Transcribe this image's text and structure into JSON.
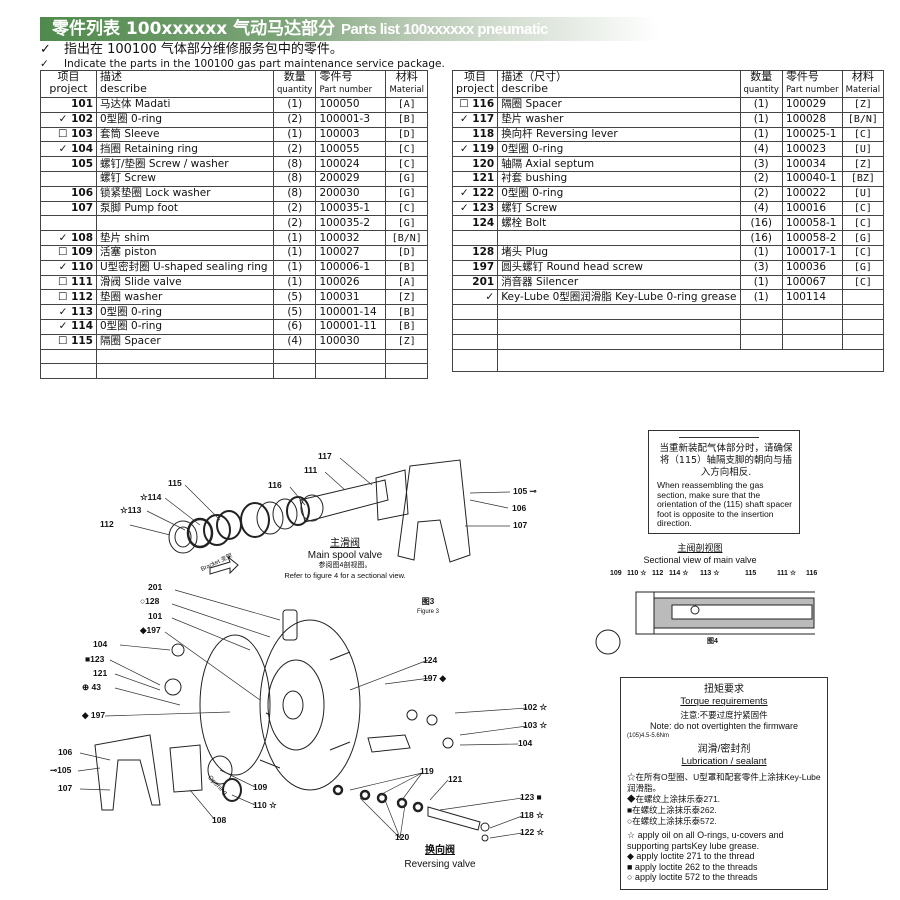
{
  "header": {
    "title_cn": "零件列表 100xxxxxx 气动马达部分",
    "title_en": "Parts list 100xxxxxx pneumatic",
    "note_cn": "指出在 100100 气体部分维修服务包中的零件。",
    "note_en": "Indicate the parts in the 100100 gas part maintenance service package.",
    "check": "✓"
  },
  "left_table": {
    "headers": {
      "project_cn": "项目",
      "project_en": "project",
      "describe_cn": "描述",
      "describe_en": "describe",
      "qty_cn": "数量",
      "qty_en": "quantity",
      "part_cn": "零件号",
      "part_en": "Part number",
      "mat_cn": "材料",
      "mat_en": "Material"
    },
    "rows": [
      {
        "project": "101",
        "desc": "马达体 Madati",
        "qty": "(1)",
        "part": "100050",
        "mat": "[A]"
      },
      {
        "project": "✓ 102",
        "desc": "0型圈 0-ring",
        "qty": "(2)",
        "part": "100001-3",
        "mat": "[B]"
      },
      {
        "project": "☐ 103",
        "desc": "套筒 Sleeve",
        "qty": "(1)",
        "part": "100003",
        "mat": "[D]"
      },
      {
        "project": "✓ 104",
        "desc": "挡圈 Retaining ring",
        "qty": "(2)",
        "part": "100055",
        "mat": "[C]"
      },
      {
        "project": "105",
        "desc": "螺钉/垫圈 Screw / washer",
        "qty": "(8)",
        "part": "100024",
        "mat": "[C]"
      },
      {
        "project": "",
        "desc": "螺钉 Screw",
        "qty": "(8)",
        "part": "200029",
        "mat": "[G]"
      },
      {
        "project": "106",
        "desc": "锁紧垫圈 Lock washer",
        "qty": "(8)",
        "part": "200030",
        "mat": "[G]"
      },
      {
        "project": "107",
        "desc": "泵脚 Pump foot",
        "qty": "(2)",
        "part": "100035-1",
        "mat": "[C]"
      },
      {
        "project": "",
        "desc": "",
        "qty": "(2)",
        "part": "100035-2",
        "mat": "[G]"
      },
      {
        "project": "✓ 108",
        "desc": "垫片 shim",
        "qty": "(1)",
        "part": "100032",
        "mat": "[B/N]"
      },
      {
        "project": "☐ 109",
        "desc": "活塞 piston",
        "qty": "(1)",
        "part": "100027",
        "mat": "[D]"
      },
      {
        "project": "✓ 110",
        "desc": "U型密封圈 U-shaped sealing ring",
        "qty": "(1)",
        "part": "100006-1",
        "mat": "[B]"
      },
      {
        "project": "☐ 111",
        "desc": "滑阀 Slide valve",
        "qty": "(1)",
        "part": "100026",
        "mat": "[A]"
      },
      {
        "project": "☐ 112",
        "desc": "垫圈 washer",
        "qty": "(5)",
        "part": "100031",
        "mat": "[Z]"
      },
      {
        "project": "✓ 113",
        "desc": "0型圈 0-ring",
        "qty": "(5)",
        "part": "100001-14",
        "mat": "[B]"
      },
      {
        "project": "✓ 114",
        "desc": "0型圈 0-ring",
        "qty": "(6)",
        "part": "100001-11",
        "mat": "[B]"
      },
      {
        "project": "☐ 115",
        "desc": "隔圈 Spacer",
        "qty": "(4)",
        "part": "100030",
        "mat": "[Z]"
      },
      {
        "project": "",
        "desc": "",
        "qty": "",
        "part": "",
        "mat": ""
      },
      {
        "project": "",
        "desc": "",
        "qty": "",
        "part": "",
        "mat": ""
      }
    ]
  },
  "right_table": {
    "headers": {
      "project_cn": "项目",
      "project_en": "project",
      "describe_cn": "描述（尺寸）",
      "describe_en": "describe",
      "qty_cn": "数量",
      "qty_en": "quantity",
      "part_cn": "零件号",
      "part_en": "Part number",
      "mat_cn": "材料",
      "mat_en": "Material"
    },
    "rows": [
      {
        "project": "☐ 116",
        "desc": "隔圈 Spacer",
        "qty": "(1)",
        "part": "100029",
        "mat": "[Z]"
      },
      {
        "project": "✓ 117",
        "desc": "垫片 washer",
        "qty": "(1)",
        "part": "100028",
        "mat": "[B/N]"
      },
      {
        "project": "118",
        "desc": "换向杆 Reversing lever",
        "qty": "(1)",
        "part": "100025-1",
        "mat": "[C]"
      },
      {
        "project": "✓ 119",
        "desc": "0型圈 0-ring",
        "qty": "(4)",
        "part": "100023",
        "mat": "[U]"
      },
      {
        "project": "120",
        "desc": "轴隔 Axial septum",
        "qty": "(3)",
        "part": "100034",
        "mat": "[Z]"
      },
      {
        "project": "121",
        "desc": "衬套 bushing",
        "qty": "(2)",
        "part": "100040-1",
        "mat": "[BZ]"
      },
      {
        "project": "✓ 122",
        "desc": "0型圈 0-ring",
        "qty": "(2)",
        "part": "100022",
        "mat": "[U]"
      },
      {
        "project": "✓ 123",
        "desc": "螺钉 Screw",
        "qty": "(4)",
        "part": "100016",
        "mat": "[C]"
      },
      {
        "project": "124",
        "desc": "螺栓 Bolt",
        "qty": "(16)",
        "part": "100058-1",
        "mat": "[C]"
      },
      {
        "project": "",
        "desc": "",
        "qty": "(16)",
        "part": "100058-2",
        "mat": "[G]"
      },
      {
        "project": "128",
        "desc": "堵头 Plug",
        "qty": "(1)",
        "part": "100017-1",
        "mat": "[C]"
      },
      {
        "project": "197",
        "desc": "圆头螺钉 Round head screw",
        "qty": "(3)",
        "part": "100036",
        "mat": "[G]"
      },
      {
        "project": "201",
        "desc": "消音器 Silencer",
        "qty": "(1)",
        "part": "100067",
        "mat": "[C]"
      },
      {
        "project": "✓",
        "desc": "Key-Lube 0型圈润滑脂 Key-Lube 0-ring grease",
        "qty": "(1)",
        "part": "100114",
        "mat": ""
      },
      {
        "project": "",
        "desc": "",
        "qty": "",
        "part": "",
        "mat": ""
      },
      {
        "project": "",
        "desc": "",
        "qty": "",
        "part": "",
        "mat": ""
      },
      {
        "project": "",
        "desc": "",
        "qty": "",
        "part": "",
        "mat": ""
      }
    ]
  },
  "figure3": {
    "main_spool_cn": "主滑阀",
    "main_spool_en": "Main spool valve",
    "refer_cn": "参阅图4剖视图。",
    "refer_en": "Refer to figure 4 for a sectional view.",
    "fig_cn": "图3",
    "fig_en": "Figure 3",
    "reversing_cn": "换向阀",
    "reversing_en": "Reversing valve",
    "bracket": "Bracket 支架",
    "opening": "Opening",
    "labels": [
      "117",
      "111",
      "116",
      "115",
      "☆114",
      "☆113",
      "112",
      "105 ⊸",
      "106",
      "107",
      "201",
      "○128",
      "101",
      "◆197",
      "104",
      "■123",
      "121",
      "⊕ 43",
      "◆ 197",
      "106",
      "⊸105",
      "107",
      "109",
      "110 ☆",
      "108",
      "124",
      "197 ◆",
      "102 ☆",
      "103 ☆",
      "104",
      "119",
      "121",
      "123 ■",
      "118 ☆",
      "122 ☆",
      "120"
    ]
  },
  "reassembly_note": {
    "cn": "当重新装配气体部分时，请确保将（115）轴隔支脚的朝向与插入方向相反.",
    "en": "When reassembling the gas section, make sure that the orientation of the (115) shaft spacer foot is opposite to the insertion direction."
  },
  "figure4": {
    "title_cn": "主阀剖视图",
    "title_en": "Sectional view of main valve",
    "fig": "图4",
    "labels": [
      "109",
      "110 ☆",
      "112",
      "114 ☆",
      "113 ☆",
      "115",
      "111 ☆",
      "116"
    ]
  },
  "torque_box": {
    "title_cn": "扭矩要求",
    "title_en": "Torque requirements",
    "note_cn": "注意:不要过度拧紧固件",
    "note_en": "Note: do not overtighten the firmware",
    "spec": "(105)4.5-5.6Nm",
    "lub_cn": "润滑/密封剂",
    "lub_en": "Lubrication / sealant",
    "lines_cn": [
      "☆在所有O型圈、U型罩和配套零件上涂抹Key-Lube润滑脂。",
      "◆在螺纹上涂抹乐泰271.",
      "■在螺纹上涂抹乐泰262.",
      "○在螺纹上涂抹乐泰572."
    ],
    "lines_en": [
      "☆ apply oil on all O-rings, u-covers and supporting partsKey lube grease.",
      "◆ apply loctite 271 to the thread",
      "■ apply loctite 262 to the threads",
      "○ apply loctite 572 to the threads"
    ]
  }
}
